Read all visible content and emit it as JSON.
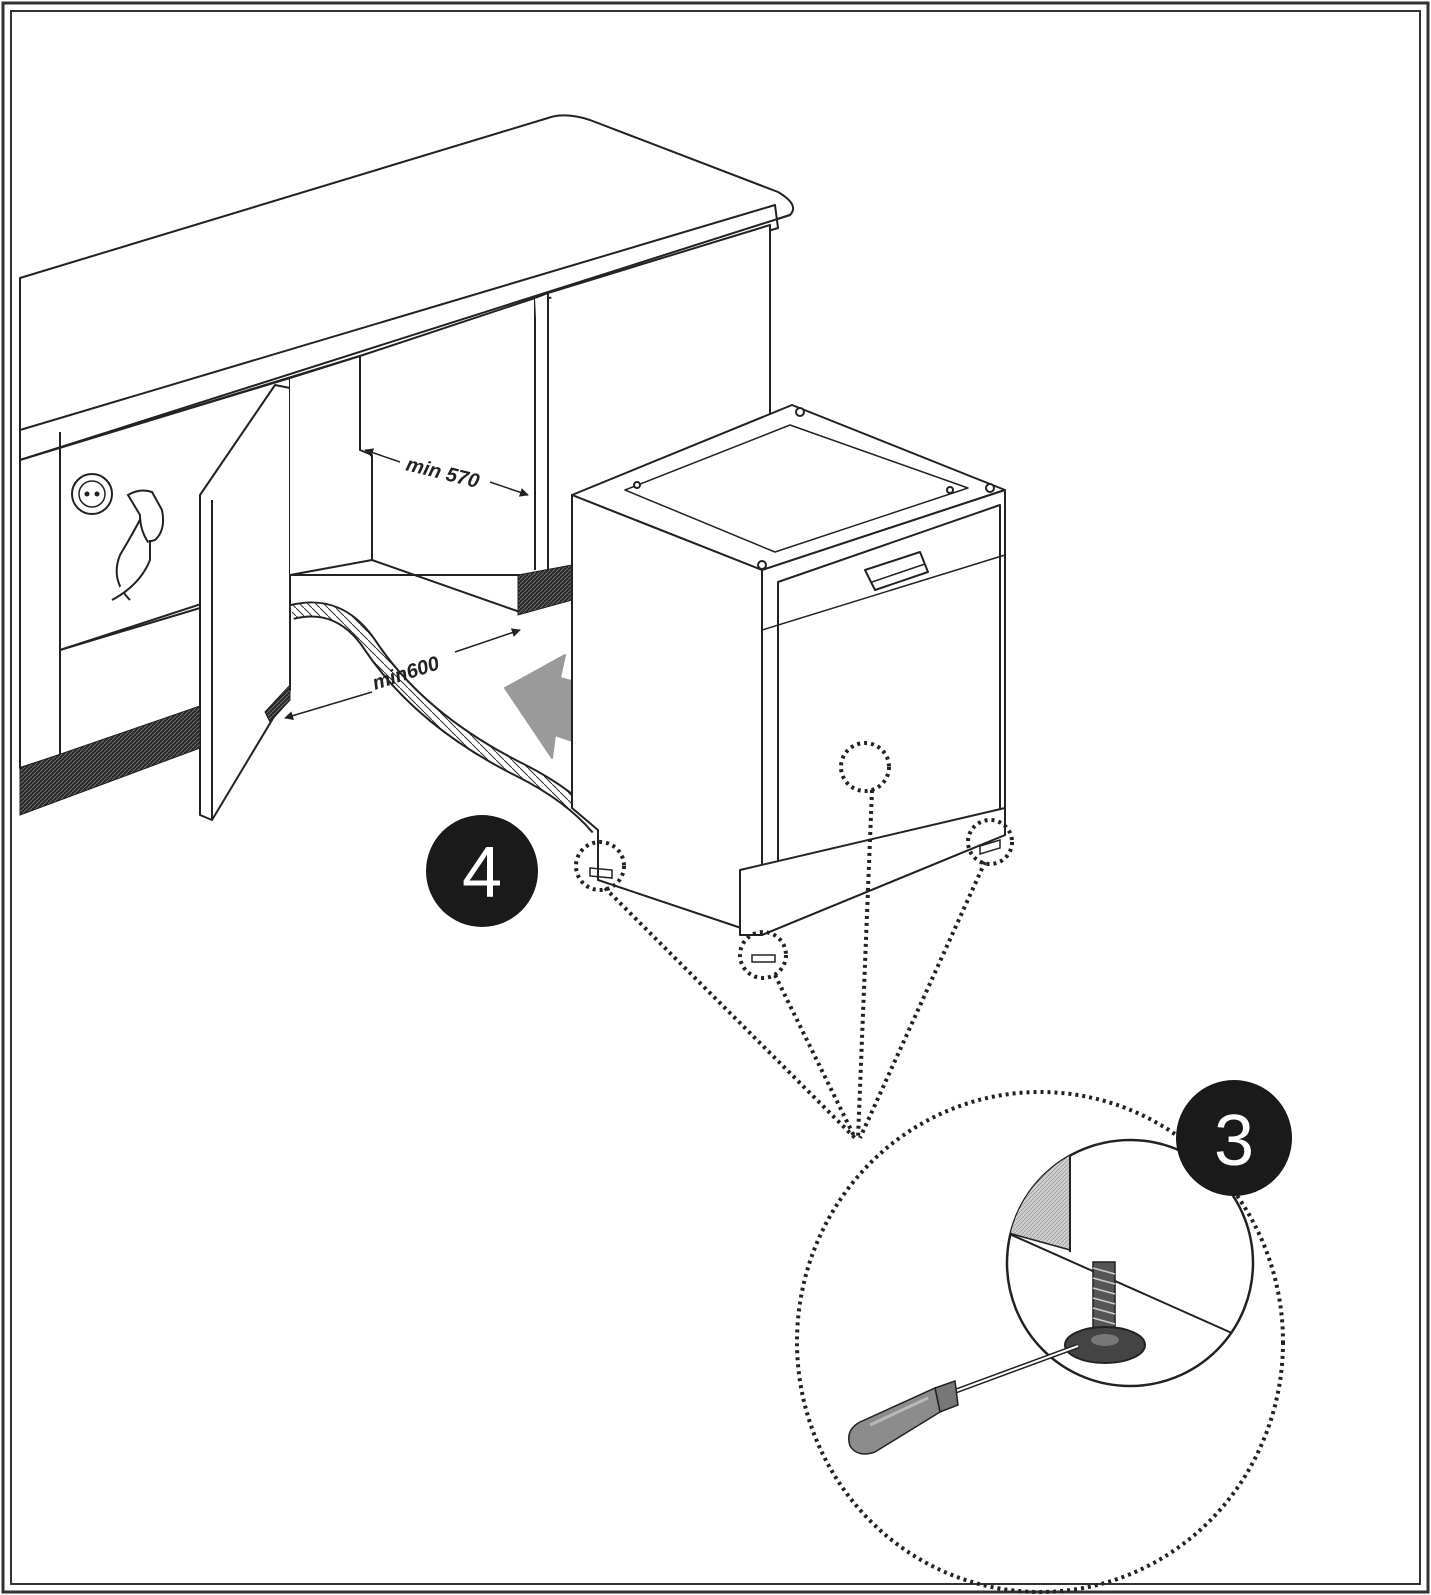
{
  "labels": {
    "min_depth": "min 570",
    "min_width": "min600"
  },
  "steps": {
    "step_three": "3",
    "step_four": "4"
  },
  "colors": {
    "line": "#222222",
    "arrow_fill": "#9a9a9a",
    "step_badge": "#1a1a1a",
    "plinth": "#3a3a3a"
  },
  "icons": {
    "insert_arrow": "arrow-left-icon",
    "socket": "power-socket-icon",
    "tool": "screwdriver-icon"
  }
}
